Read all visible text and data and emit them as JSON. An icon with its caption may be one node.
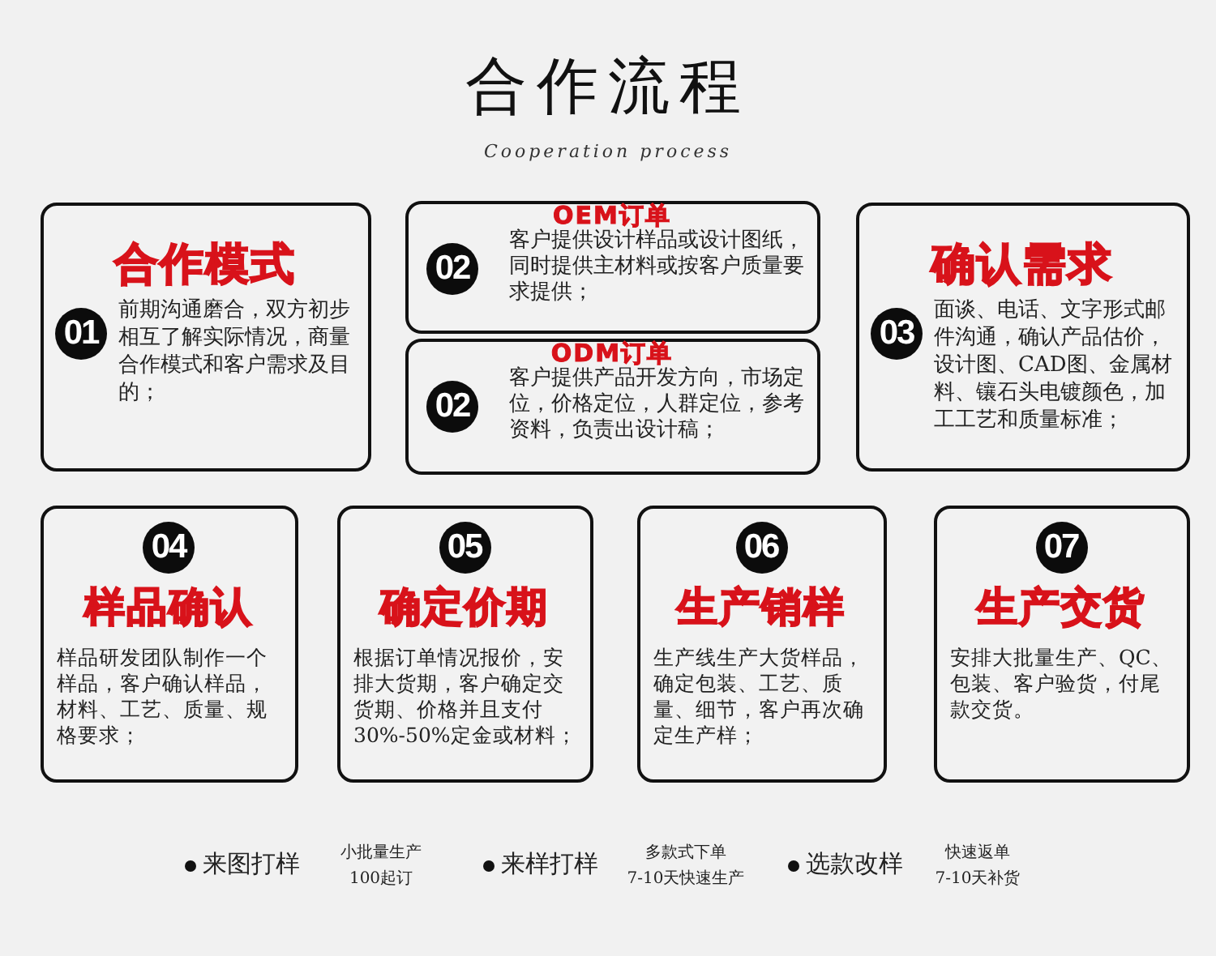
{
  "diagram": {
    "title": "合作流程",
    "nodes": [
      {
        "text": [
          "合作模式",
          "01",
          "前期沟通磨合，双方初步相互了解实际情况，商量合作模式和客户需求及目的；"
        ]
      },
      {
        "text": [
          "OEM订单",
          "02",
          "客户提供设计样品或设计图纸，同时提供主材料或按客户质量要求提供；"
        ]
      },
      {
        "text": [
          "ODM订单",
          "02",
          "客户提供产品开发方向，市场定位，价格定位，人群定位，参考资料，负责出设计稿；"
        ]
      },
      {
        "text": [
          "确认需求",
          "03",
          "面谈、电话、文字形式邮件沟通，确认产品估价，设计图、CAD图、金属材料、镶石头电镀颜色，加工工艺和质量标准；"
        ]
      },
      {
        "text": [
          "04",
          "样品确认",
          "样品研发团队制作一个样品，客户确认样品，材料、工艺、质量、规格要求；"
        ]
      },
      {
        "text": [
          "05",
          "确定价期",
          "根据订单情况报价，安排大货期，客户确定交货期、价格并且支付30%-50%定金或材料；"
        ]
      },
      {
        "text": [
          "06",
          "生产销样",
          "生产线生产大货样品，确定包装、工艺、质量、细节，客户再次确定生产样；"
        ]
      },
      {
        "text": [
          "07",
          "生产交货",
          "安排大批量生产、QC、包装、客户验货，付尾款交货。"
        ]
      }
    ],
    "labels": [
      "Cooperation process",
      "来图打样",
      "小批量生产",
      "100起订",
      "来样打样",
      "多款式下单",
      "7-10天快速生产",
      "选款改样",
      "快速返单",
      "7-10天补货"
    ]
  }
}
